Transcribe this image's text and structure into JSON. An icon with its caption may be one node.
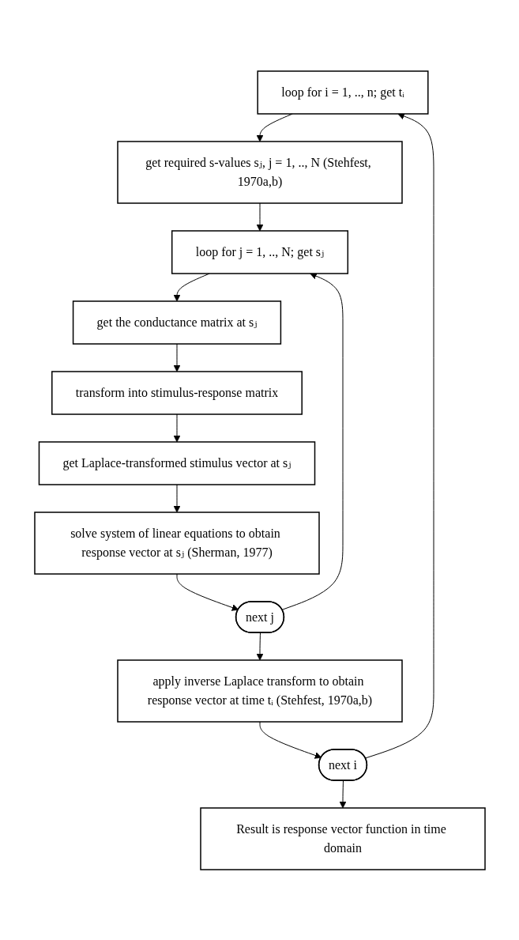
{
  "diagram": {
    "nodes": [
      {
        "text": [
          "loop for i = 1, .., n;  get tᵢ"
        ]
      },
      {
        "text": [
          "get required s-values sⱼ, j = 1, .., N (Stehfest, 1970a,b)"
        ]
      },
      {
        "text": [
          "loop for j = 1, .., N;  get sⱼ"
        ]
      },
      {
        "text": [
          "get the conductance matrix at sⱼ"
        ]
      },
      {
        "text": [
          "transform into stimulus-response matrix"
        ]
      },
      {
        "text": [
          "get Laplace-transformed stimulus vector at sⱼ"
        ]
      },
      {
        "text": [
          "solve system of linear equations to obtain response vector at sⱼ (Sherman, 1977)"
        ]
      },
      {
        "text": [
          "next j"
        ]
      },
      {
        "text": [
          "apply inverse Laplace transform to obtain response vector at time tᵢ (Stehfest, 1970a,b)"
        ]
      },
      {
        "text": [
          "next i"
        ]
      },
      {
        "text": [
          "Result is response vector function in time domain"
        ]
      }
    ],
    "edges": [
      {
        "from": 0,
        "to": 1,
        "arrow": "to"
      },
      {
        "from": 1,
        "to": 2,
        "arrow": "to"
      },
      {
        "from": 2,
        "to": 3,
        "arrow": "to"
      },
      {
        "from": 3,
        "to": 4,
        "arrow": "to"
      },
      {
        "from": 4,
        "to": 5,
        "arrow": "to"
      },
      {
        "from": 5,
        "to": 6,
        "arrow": "to"
      },
      {
        "from": 6,
        "to": 7,
        "arrow": "to"
      },
      {
        "from": 7,
        "to": 2,
        "arrow": "to"
      },
      {
        "from": 7,
        "to": 8,
        "arrow": "to"
      },
      {
        "from": 8,
        "to": 9,
        "arrow": "to"
      },
      {
        "from": 9,
        "to": 0,
        "arrow": "to"
      },
      {
        "from": 9,
        "to": 10,
        "arrow": "to"
      }
    ]
  }
}
